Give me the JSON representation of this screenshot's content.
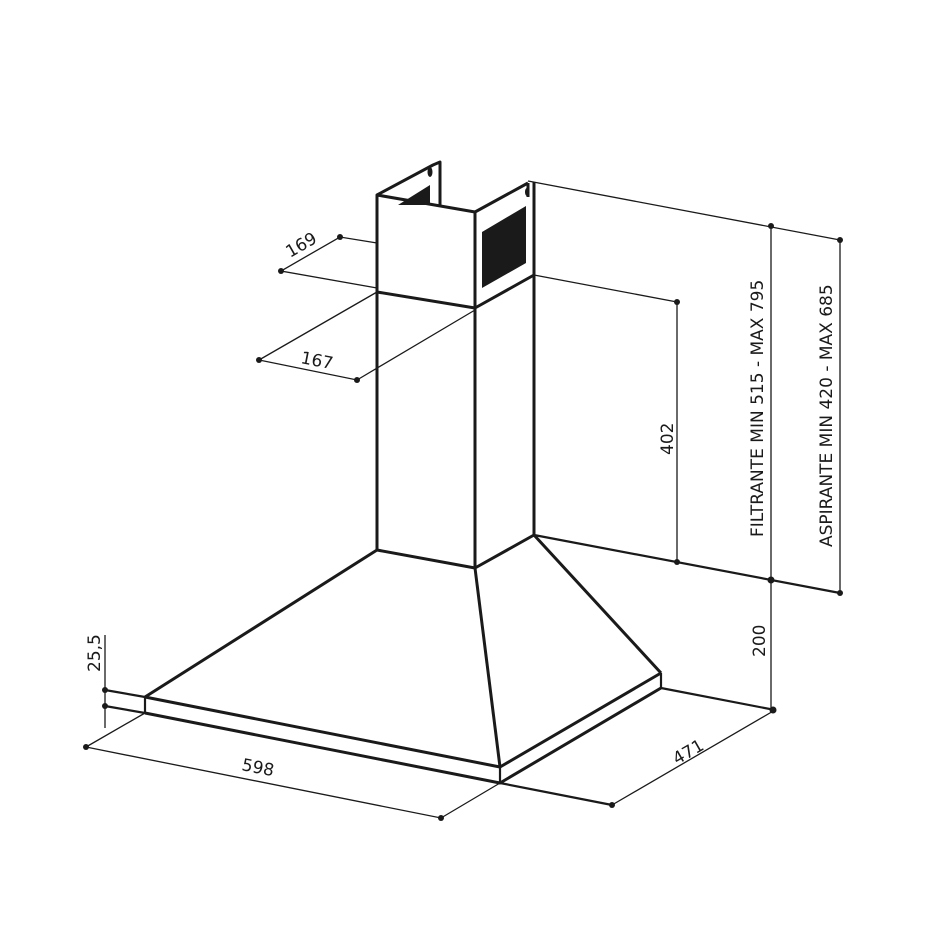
{
  "dimensions": {
    "chimney_depth": "169",
    "chimney_width": "167",
    "chimney_joint_height": "402",
    "filtrante": "FILTRANTE MIN 515 - MAX 795",
    "aspirante": "ASPIRANTE MIN 420 - MAX 685",
    "wall_offset": "200",
    "rim_height": "25,5",
    "width": "598",
    "depth": "471"
  },
  "colors": {
    "line": "#1a1a1a",
    "background": "#ffffff"
  }
}
